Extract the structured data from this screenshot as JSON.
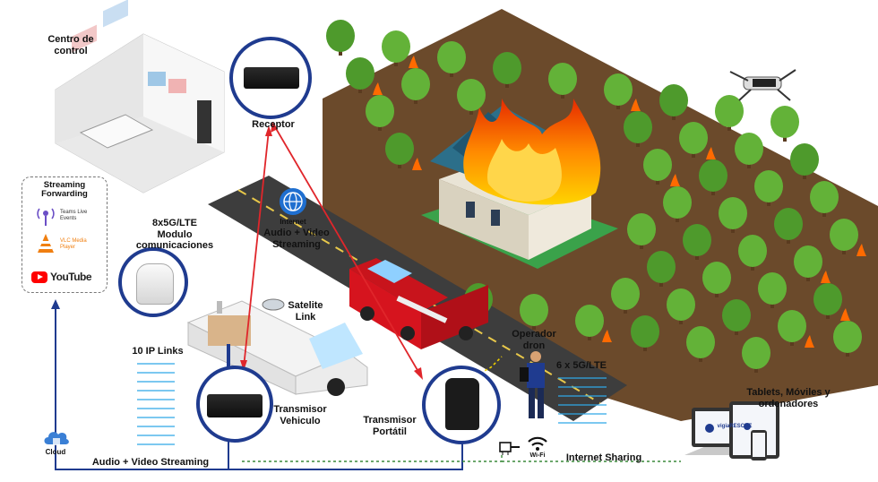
{
  "labels": {
    "control_center": "Centro de\ncontrol",
    "receptor": "Receptor",
    "internet": "Internet",
    "av_streaming_top": "Audio + Video\nStreaming",
    "module": "8x5G/LTE\nModulo\ncomunicaciones",
    "satellite": "Satelite\nLink",
    "ip_links": "10 IP Links",
    "tx_vehicle": "Transmisor\nVehiculo",
    "tx_portable": "Transmisor\nPortátil",
    "drone_operator": "Operador\ndron",
    "links_5g": "6 x 5G/LTE",
    "devices": "Tablets, Móviles y\nordenadores",
    "internet_sharing": "Internet Sharing",
    "wifi": "Wi-Fi",
    "cloud": "Cloud",
    "av_streaming_bottom": "Audio + Video Streaming"
  },
  "streaming_box": {
    "title": "Streaming\nForwarding",
    "teams": "Teams Live\nEvents",
    "vlc": "VLC Media\nPlayer",
    "youtube": "YouTube"
  },
  "screen_brand": "vigiaRESCUE",
  "colors": {
    "accent_blue": "#1f3b8f",
    "link_blue": "#2fa8e8",
    "arrow_red": "#e0262b",
    "fire": "#ff7a00",
    "tree": "#5aa632"
  }
}
